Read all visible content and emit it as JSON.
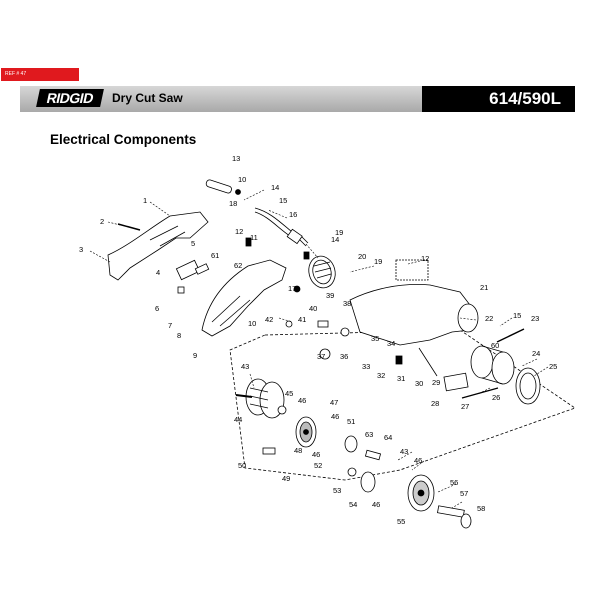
{
  "ref_badge": "REF # 47",
  "header": {
    "brand": "RIDGID",
    "product": "Dry Cut Saw",
    "model": "614/590L"
  },
  "section_title": "Electrical Components",
  "callouts": [
    {
      "label": "1"
    },
    {
      "label": "2"
    },
    {
      "label": "3"
    },
    {
      "label": "4"
    },
    {
      "label": "5"
    },
    {
      "label": "6"
    },
    {
      "label": "7"
    },
    {
      "label": "8"
    },
    {
      "label": "9"
    },
    {
      "label": "10"
    },
    {
      "label": "10"
    },
    {
      "label": "11"
    },
    {
      "label": "12"
    },
    {
      "label": "12"
    },
    {
      "label": "13"
    },
    {
      "label": "14"
    },
    {
      "label": "14"
    },
    {
      "label": "15"
    },
    {
      "label": "15"
    },
    {
      "label": "16"
    },
    {
      "label": "17"
    },
    {
      "label": "18"
    },
    {
      "label": "19"
    },
    {
      "label": "19"
    },
    {
      "label": "20"
    },
    {
      "label": "21"
    },
    {
      "label": "22"
    },
    {
      "label": "23"
    },
    {
      "label": "24"
    },
    {
      "label": "25"
    },
    {
      "label": "26"
    },
    {
      "label": "27"
    },
    {
      "label": "28"
    },
    {
      "label": "29"
    },
    {
      "label": "30"
    },
    {
      "label": "31"
    },
    {
      "label": "32"
    },
    {
      "label": "33"
    },
    {
      "label": "34"
    },
    {
      "label": "35"
    },
    {
      "label": "36"
    },
    {
      "label": "37"
    },
    {
      "label": "38"
    },
    {
      "label": "39"
    },
    {
      "label": "40"
    },
    {
      "label": "41"
    },
    {
      "label": "42"
    },
    {
      "label": "43"
    },
    {
      "label": "43"
    },
    {
      "label": "44"
    },
    {
      "label": "45"
    },
    {
      "label": "46"
    },
    {
      "label": "46"
    },
    {
      "label": "46"
    },
    {
      "label": "46"
    },
    {
      "label": "46"
    },
    {
      "label": "47"
    },
    {
      "label": "48"
    },
    {
      "label": "49"
    },
    {
      "label": "50"
    },
    {
      "label": "51"
    },
    {
      "label": "52"
    },
    {
      "label": "53"
    },
    {
      "label": "54"
    },
    {
      "label": "55"
    },
    {
      "label": "56"
    },
    {
      "label": "57"
    },
    {
      "label": "58"
    },
    {
      "label": "60"
    },
    {
      "label": "61"
    },
    {
      "label": "62"
    },
    {
      "label": "63"
    },
    {
      "label": "64"
    }
  ]
}
